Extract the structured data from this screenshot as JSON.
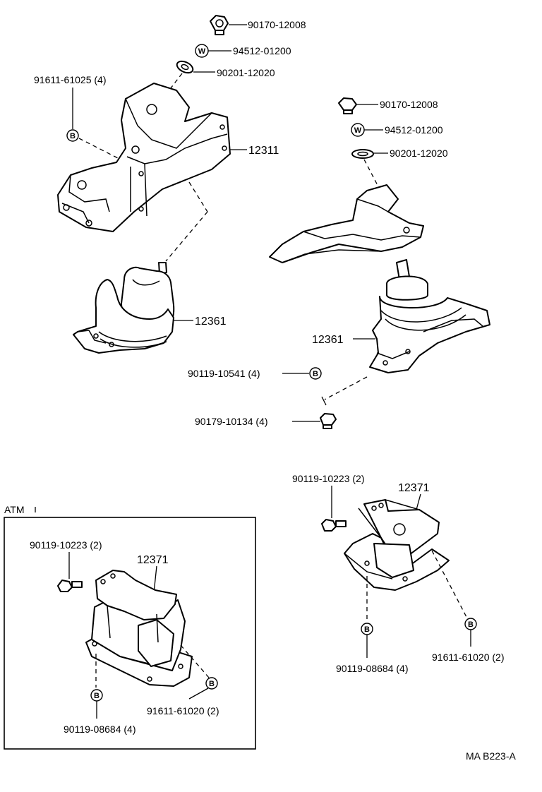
{
  "labels": {
    "nut_top_1": "90170-12008",
    "washer_top_1": "94512-01200",
    "spacer_top_1": "90201-12020",
    "bolt_bracket_left": "91611-61025 (4)",
    "bracket_left": "12311",
    "nut_top_2": "90170-12008",
    "washer_top_2": "94512-01200",
    "spacer_top_2": "90201-12020",
    "insulator_left": "12361",
    "insulator_right": "12361",
    "bolt_insulator": "90119-10541 (4)",
    "nut_insulator": "90179-10134 (4)",
    "rear_bolt_right": "90119-10223 (2)",
    "rear_mount_right": "12371",
    "rear_lower_bolt_right": "90119-08684 (4)",
    "rear_side_bolt_right": "91611-61020 (2)",
    "atm_heading": "ATM",
    "rear_bolt_atm": "90119-10223 (2)",
    "rear_mount_atm": "12371",
    "rear_lower_bolt_atm": "90119-08684 (4)",
    "rear_side_bolt_atm": "91611-61020 (2)",
    "figure_code": "MA  B223-A"
  },
  "markers": {
    "bolt_marker": "B",
    "washer_marker": "W"
  }
}
